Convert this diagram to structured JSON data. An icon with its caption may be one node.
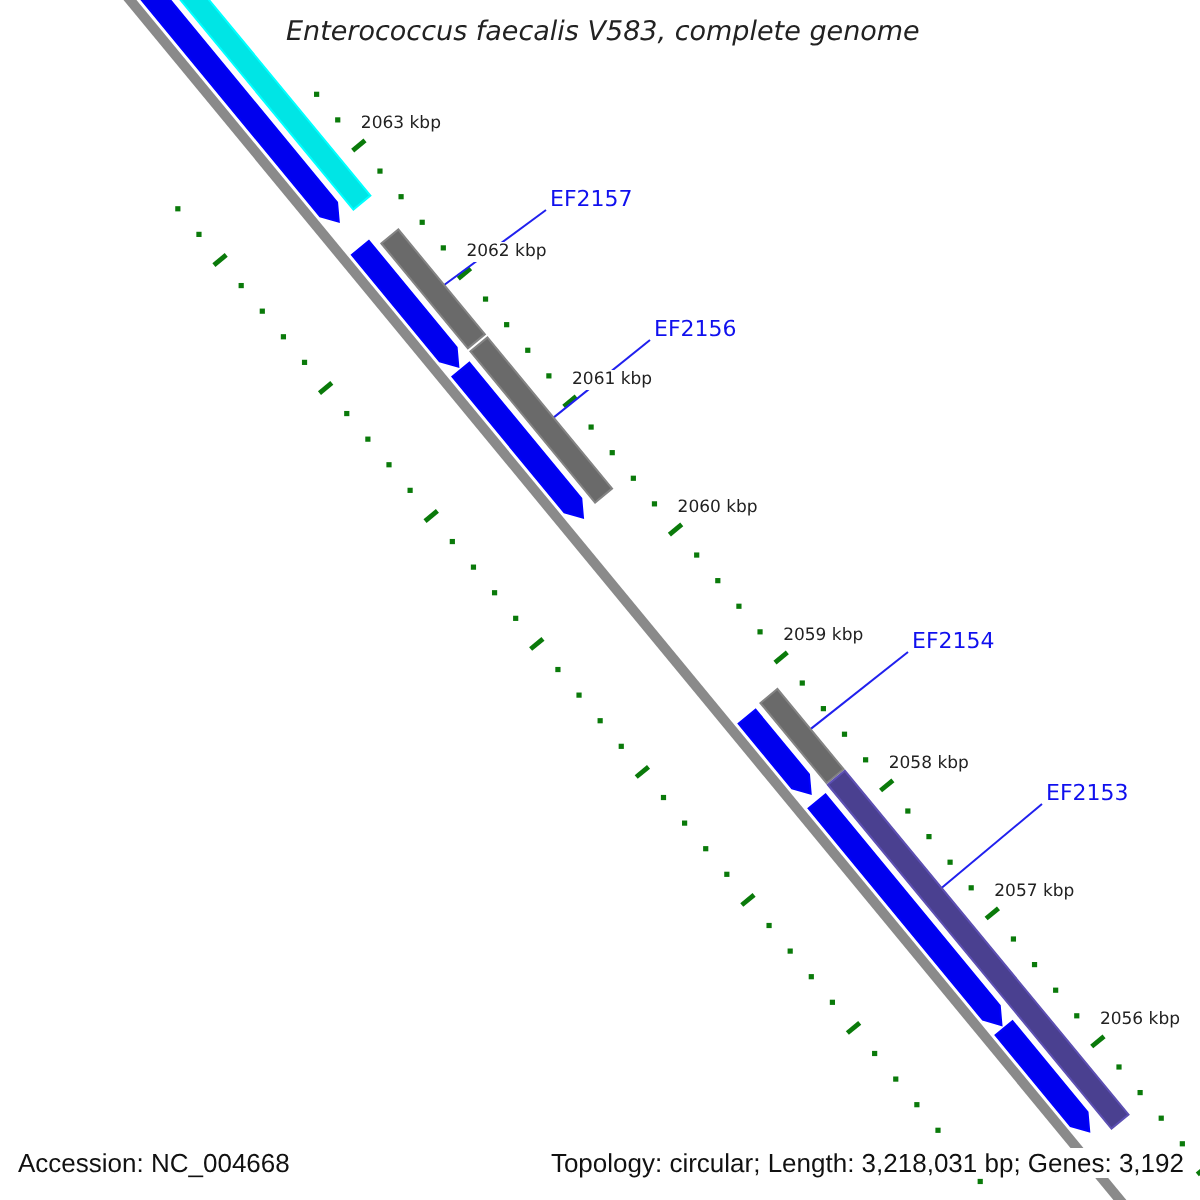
{
  "diagram": {
    "title": "Enterococcus faecalis V583, complete genome",
    "nodes": [
      {
        "text": [
          "EF2157"
        ]
      },
      {
        "text": [],
        "shape": "bar"
      },
      {
        "text": [
          "EF2156"
        ]
      },
      {
        "text": [],
        "shape": "bar"
      },
      {
        "text": [
          "EF2154"
        ]
      },
      {
        "text": [],
        "shape": "bar"
      },
      {
        "text": [
          "EF2153"
        ]
      },
      {
        "text": [],
        "shape": "bar"
      }
    ],
    "edges": [
      {
        "from": 0,
        "to": 1,
        "arrow": "none"
      },
      {
        "from": 2,
        "to": 3,
        "arrow": "none"
      },
      {
        "from": 4,
        "to": 5,
        "arrow": "none"
      },
      {
        "from": 6,
        "to": 7,
        "arrow": "none"
      }
    ],
    "labels": [
      "2063 kbp",
      "2062 kbp",
      "2061 kbp",
      "2060 kbp",
      "2059 kbp",
      "2058 kbp",
      "2057 kbp",
      "2056 kbp",
      "Accession: NC_004668",
      "Topology: circular; Length: 3,218,031 bp; Genes: 3,192"
    ]
  }
}
